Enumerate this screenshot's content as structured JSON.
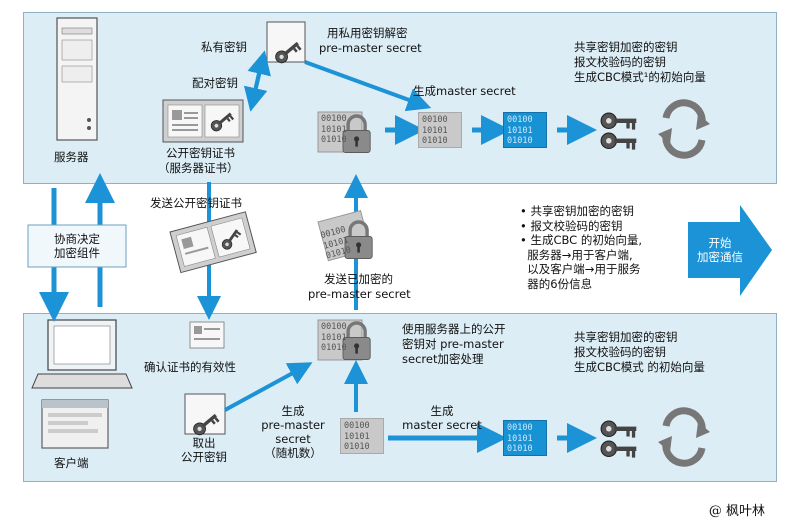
{
  "top": {
    "server_label": "服务器",
    "private_key_label": "私有密钥",
    "decrypt_label_1": "用私用密钥解密",
    "decrypt_label_2": "pre-master secret",
    "pair_key_label": "配对密钥",
    "cert_label_1": "公开密钥证书",
    "cert_label_2": "（服务器证书）",
    "gen_master_label": "生成master secret",
    "keys_note_1": "共享密钥加密的密钥",
    "keys_note_2": "报文校验码的密钥",
    "keys_note_3": "生成CBC模式¹的初始向量"
  },
  "middle": {
    "negotiate_label_1": "协商决定",
    "negotiate_label_2": "加密组件",
    "send_cert_label": "发送公开密钥证书",
    "send_pms_label_1": "发送已加密的",
    "send_pms_label_2": "pre-master secret",
    "bullets": [
      "• 共享密钥加密的密钥",
      "• 报文校验码的密钥",
      "• 生成CBC 的初始向量,",
      "  服务器→用于客户端,",
      "  以及客户端→用于服务",
      "  器的6份信息"
    ],
    "start_label_1": "开始",
    "start_label_2": "加密通信"
  },
  "bottom": {
    "client_label": "客户端",
    "verify_label": "确认证书的有效性",
    "extract_label_1": "取出",
    "extract_label_2": "公开密钥",
    "gen_pms_label_1": "生成",
    "gen_pms_label_2": "pre-master",
    "gen_pms_label_3": "secret",
    "gen_pms_label_4": "（随机数）",
    "encrypt_label_1": "使用服务器上的公开",
    "encrypt_label_2": "密钥对 pre-master",
    "encrypt_label_3": "secret加密处理",
    "gen_master_label_1": "生成",
    "gen_master_label_2": "master secret",
    "keys_note_1": "共享密钥加密的密钥",
    "keys_note_2": "报文校验码的密钥",
    "keys_note_3": "生成CBC模式 的初始向量"
  },
  "chip_text": {
    "line1": "00100",
    "line2": "10101",
    "line3": "01010"
  },
  "watermark": "@ 枫叶林",
  "colors": {
    "panel_bg": "#dcedf5",
    "arrow_blue": "#1c93d6",
    "chip_blue": "#1793d3",
    "chip_gray": "#c9c9c9"
  }
}
